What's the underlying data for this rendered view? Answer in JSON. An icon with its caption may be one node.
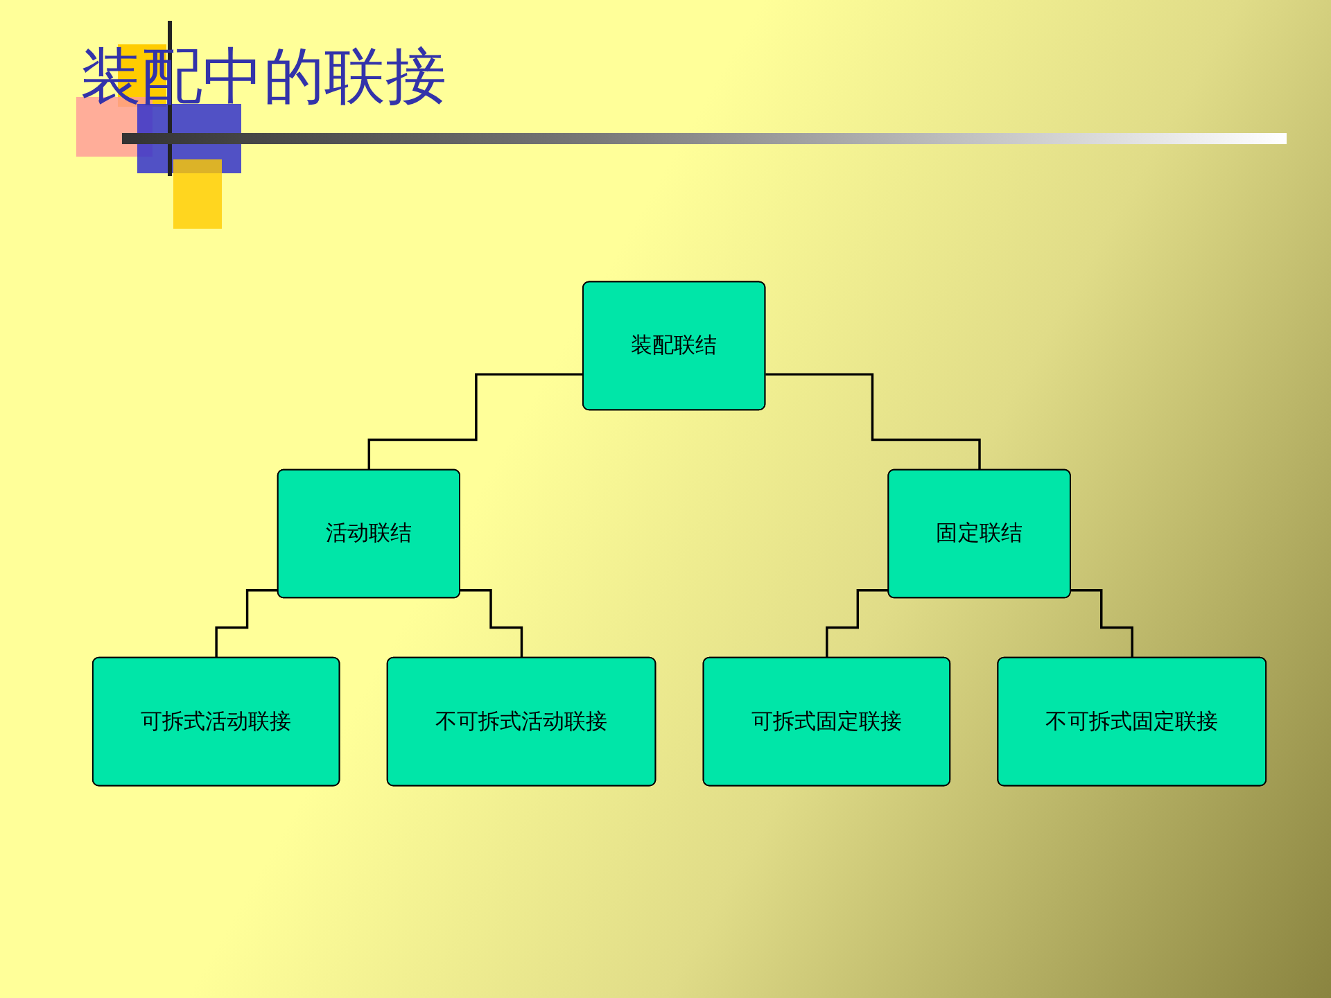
{
  "diagram": {
    "title": "装配中的联接",
    "nodes": [
      {
        "text": [
          "装配联结"
        ]
      },
      {
        "text": [
          "活动联结"
        ]
      },
      {
        "text": [
          "固定联结"
        ]
      },
      {
        "text": [
          "可拆式活动联接"
        ]
      },
      {
        "text": [
          "不可拆式活动联接"
        ]
      },
      {
        "text": [
          "可拆式固定联接"
        ]
      },
      {
        "text": [
          "不可拆式固定联接"
        ]
      }
    ],
    "edges": [
      {
        "from": 0,
        "to": 1,
        "arrow": "none"
      },
      {
        "from": 0,
        "to": 2,
        "arrow": "none"
      },
      {
        "from": 1,
        "to": 3,
        "arrow": "none"
      },
      {
        "from": 1,
        "to": 4,
        "arrow": "none"
      },
      {
        "from": 2,
        "to": 5,
        "arrow": "none"
      },
      {
        "from": 2,
        "to": 6,
        "arrow": "none"
      }
    ]
  }
}
